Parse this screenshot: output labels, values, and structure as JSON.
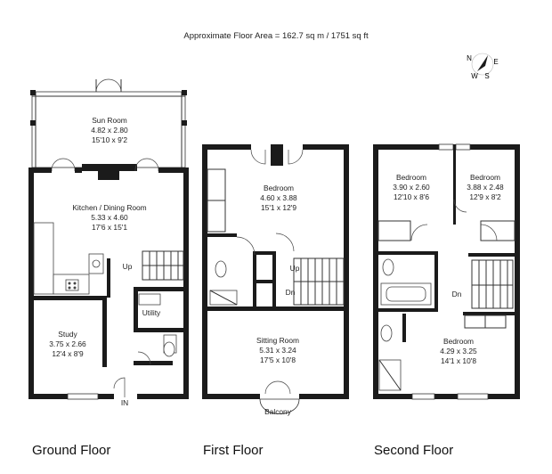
{
  "header": {
    "area_text": "Approximate Floor Area = 162.7 sq m / 1751 sq ft"
  },
  "compass": {
    "n": "N",
    "e": "E",
    "s": "S",
    "w": "W"
  },
  "ground_floor": {
    "name": "Ground Floor",
    "sun_room": {
      "name": "Sun Room",
      "metric": "4.82 x 2.80",
      "imperial": "15'10 x 9'2"
    },
    "kitchen": {
      "name": "Kitchen / Dining Room",
      "metric": "5.33 x 4.60",
      "imperial": "17'6 x 15'1"
    },
    "study": {
      "name": "Study",
      "metric": "3.75 x 2.66",
      "imperial": "12'4 x 8'9"
    },
    "utility": {
      "name": "Utility"
    },
    "stair_up": "Up",
    "entrance": "IN"
  },
  "first_floor": {
    "name": "First Floor",
    "bedroom": {
      "name": "Bedroom",
      "metric": "4.60 x 3.88",
      "imperial": "15'1 x 12'9"
    },
    "sitting_room": {
      "name": "Sitting Room",
      "metric": "5.31 x 3.24",
      "imperial": "17'5 x 10'8"
    },
    "balcony": "Balcony",
    "stair_up": "Up",
    "stair_down": "Dn"
  },
  "second_floor": {
    "name": "Second Floor",
    "bedroom_left": {
      "name": "Bedroom",
      "metric": "3.90 x 2.60",
      "imperial": "12'10 x 8'6"
    },
    "bedroom_right": {
      "name": "Bedroom",
      "metric": "3.88 x 2.48",
      "imperial": "12'9 x 8'2"
    },
    "bedroom_bottom": {
      "name": "Bedroom",
      "metric": "4.29 x 3.25",
      "imperial": "14'1 x 10'8"
    },
    "stair_down": "Dn"
  }
}
